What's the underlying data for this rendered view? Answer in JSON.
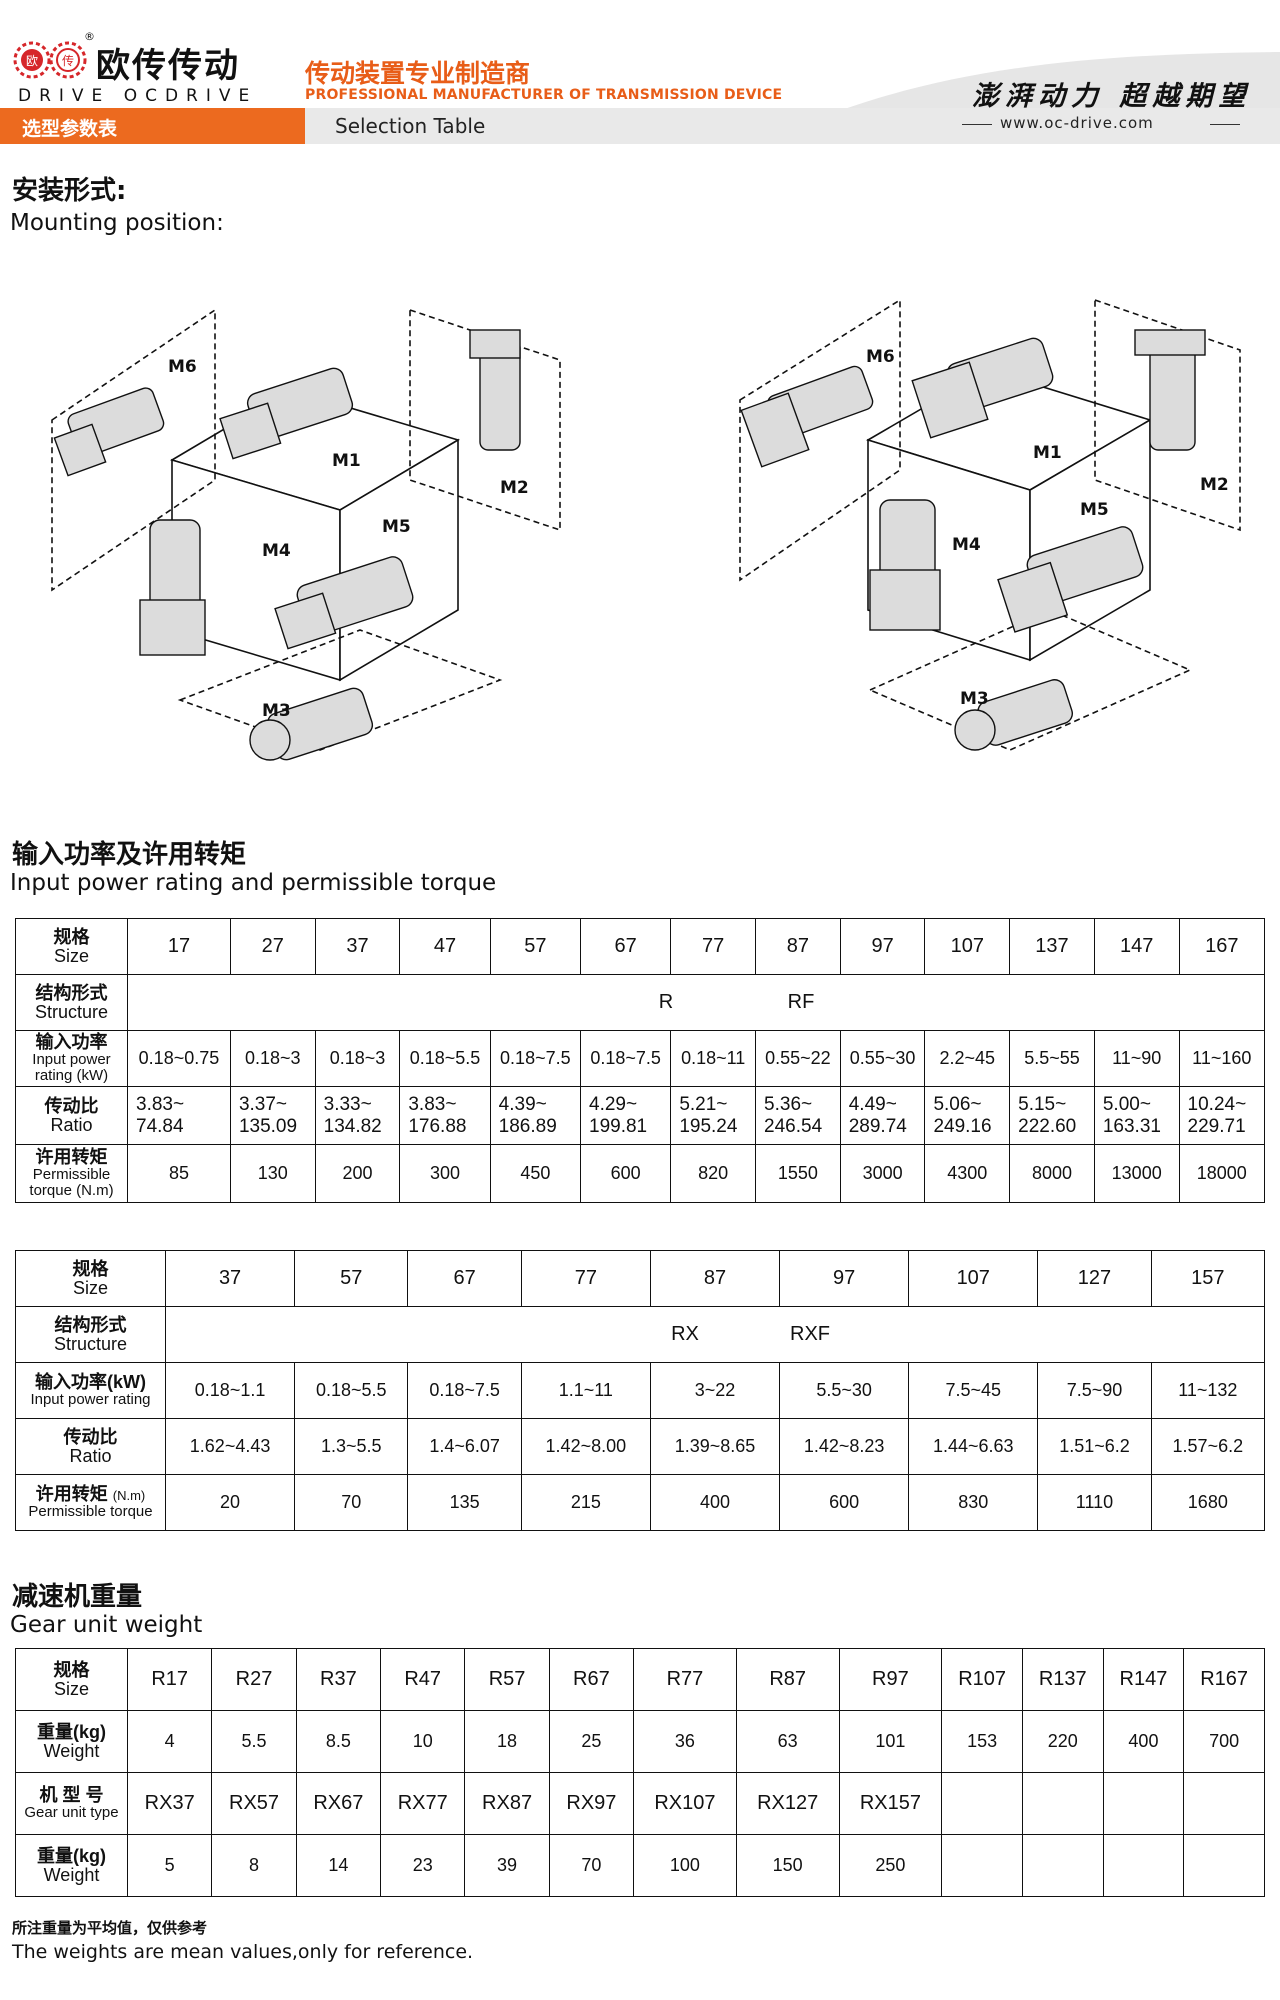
{
  "header": {
    "logo_mark_left": "欧",
    "logo_mark_right": "传",
    "brand_cn": "欧传传动",
    "brand_en": "DRIVE  OCDRIVE",
    "registered": "®",
    "tagline_cn": "传动装置专业制造商",
    "tagline_en": "PROFESSIONAL MANUFACTURER OF TRANSMISSION DEVICE",
    "section_tab": "选型参数表",
    "section_tab_en": "Selection Table",
    "slogan": "澎湃动力 超越期望",
    "website": "www.oc-drive.com",
    "accent_color": "#ec6a1f"
  },
  "mounting": {
    "heading_cn": "安装形式:",
    "heading_en": "Mounting position:",
    "left_labels": [
      "M6",
      "M1",
      "M2",
      "M4",
      "M5",
      "M3"
    ],
    "right_labels": [
      "M6",
      "M1",
      "M2",
      "M4",
      "M5",
      "M3"
    ]
  },
  "power_section": {
    "heading_cn": "输入功率及许用转矩",
    "heading_en": "Input power rating and permissible torque"
  },
  "table1": {
    "row_headers": [
      {
        "cn": "规格",
        "en": "Size"
      },
      {
        "cn": "结构形式",
        "en": "Structure"
      },
      {
        "cn": "输入功率",
        "en": "Input power rating (kW)"
      },
      {
        "cn": "传动比",
        "en": "Ratio"
      },
      {
        "cn": "许用转矩",
        "en": "Permissible torque (N.m)"
      }
    ],
    "sizes": [
      "17",
      "27",
      "37",
      "47",
      "57",
      "67",
      "77",
      "87",
      "97",
      "107",
      "137",
      "147",
      "167"
    ],
    "structure": [
      "R",
      "RF"
    ],
    "power": [
      "0.18~0.75",
      "0.18~3",
      "0.18~3",
      "0.18~5.5",
      "0.18~7.5",
      "0.18~7.5",
      "0.18~11",
      "0.55~22",
      "0.55~30",
      "2.2~45",
      "5.5~55",
      "11~90",
      "11~160"
    ],
    "ratio_low": [
      "3.83~",
      "3.37~",
      "3.33~",
      "3.83~",
      "4.39~",
      "4.29~",
      "5.21~",
      "5.36~",
      "4.49~",
      "5.06~",
      "5.15~",
      "5.00~",
      "10.24~"
    ],
    "ratio_high": [
      "74.84",
      "135.09",
      "134.82",
      "176.88",
      "186.89",
      "199.81",
      "195.24",
      "246.54",
      "289.74",
      "249.16",
      "222.60",
      "163.31",
      "229.71"
    ],
    "torque": [
      "85",
      "130",
      "200",
      "300",
      "450",
      "600",
      "820",
      "1550",
      "3000",
      "4300",
      "8000",
      "13000",
      "18000"
    ]
  },
  "table2": {
    "row_headers": [
      {
        "cn": "规格",
        "en": "Size"
      },
      {
        "cn": "结构形式",
        "en": "Structure"
      },
      {
        "cn": "输入功率(kW)",
        "en": "Input power rating"
      },
      {
        "cn": "传动比",
        "en": "Ratio"
      },
      {
        "cn": "许用转矩",
        "unit": "(N.m)",
        "en": "Permissible torque"
      }
    ],
    "sizes": [
      "37",
      "57",
      "67",
      "77",
      "87",
      "97",
      "107",
      "127",
      "157"
    ],
    "structure": [
      "RX",
      "RXF"
    ],
    "power": [
      "0.18~1.1",
      "0.18~5.5",
      "0.18~7.5",
      "1.1~11",
      "3~22",
      "5.5~30",
      "7.5~45",
      "7.5~90",
      "11~132"
    ],
    "ratio": [
      "1.62~4.43",
      "1.3~5.5",
      "1.4~6.07",
      "1.42~8.00",
      "1.39~8.65",
      "1.42~8.23",
      "1.44~6.63",
      "1.51~6.2",
      "1.57~6.2"
    ],
    "torque": [
      "20",
      "70",
      "135",
      "215",
      "400",
      "600",
      "830",
      "1110",
      "1680"
    ]
  },
  "weight_section": {
    "heading_cn": "减速机重量",
    "heading_en": "Gear unit weight"
  },
  "table3": {
    "row_headers": [
      {
        "cn": "规格",
        "en": "Size"
      },
      {
        "cn": "重量(kg)",
        "en": "Weight"
      },
      {
        "cn": "机 型 号",
        "en": "Gear unit type"
      },
      {
        "cn": "重量(kg)",
        "en": "Weight"
      }
    ],
    "r_types": [
      "R17",
      "R27",
      "R37",
      "R47",
      "R57",
      "R67",
      "R77",
      "R87",
      "R97",
      "R107",
      "R137",
      "R147",
      "R167"
    ],
    "r_weights": [
      "4",
      "5.5",
      "8.5",
      "10",
      "18",
      "25",
      "36",
      "63",
      "101",
      "153",
      "220",
      "400",
      "700"
    ],
    "rx_types": [
      "RX37",
      "RX57",
      "RX67",
      "RX77",
      "RX87",
      "RX97",
      "RX107",
      "RX127",
      "RX157",
      "",
      "",
      "",
      ""
    ],
    "rx_weights": [
      "5",
      "8",
      "14",
      "23",
      "39",
      "70",
      "100",
      "150",
      "250",
      "",
      "",
      "",
      ""
    ]
  },
  "note": {
    "cn": "所注重量为平均值，仅供参考",
    "en": "The weights are mean values,only for reference."
  }
}
